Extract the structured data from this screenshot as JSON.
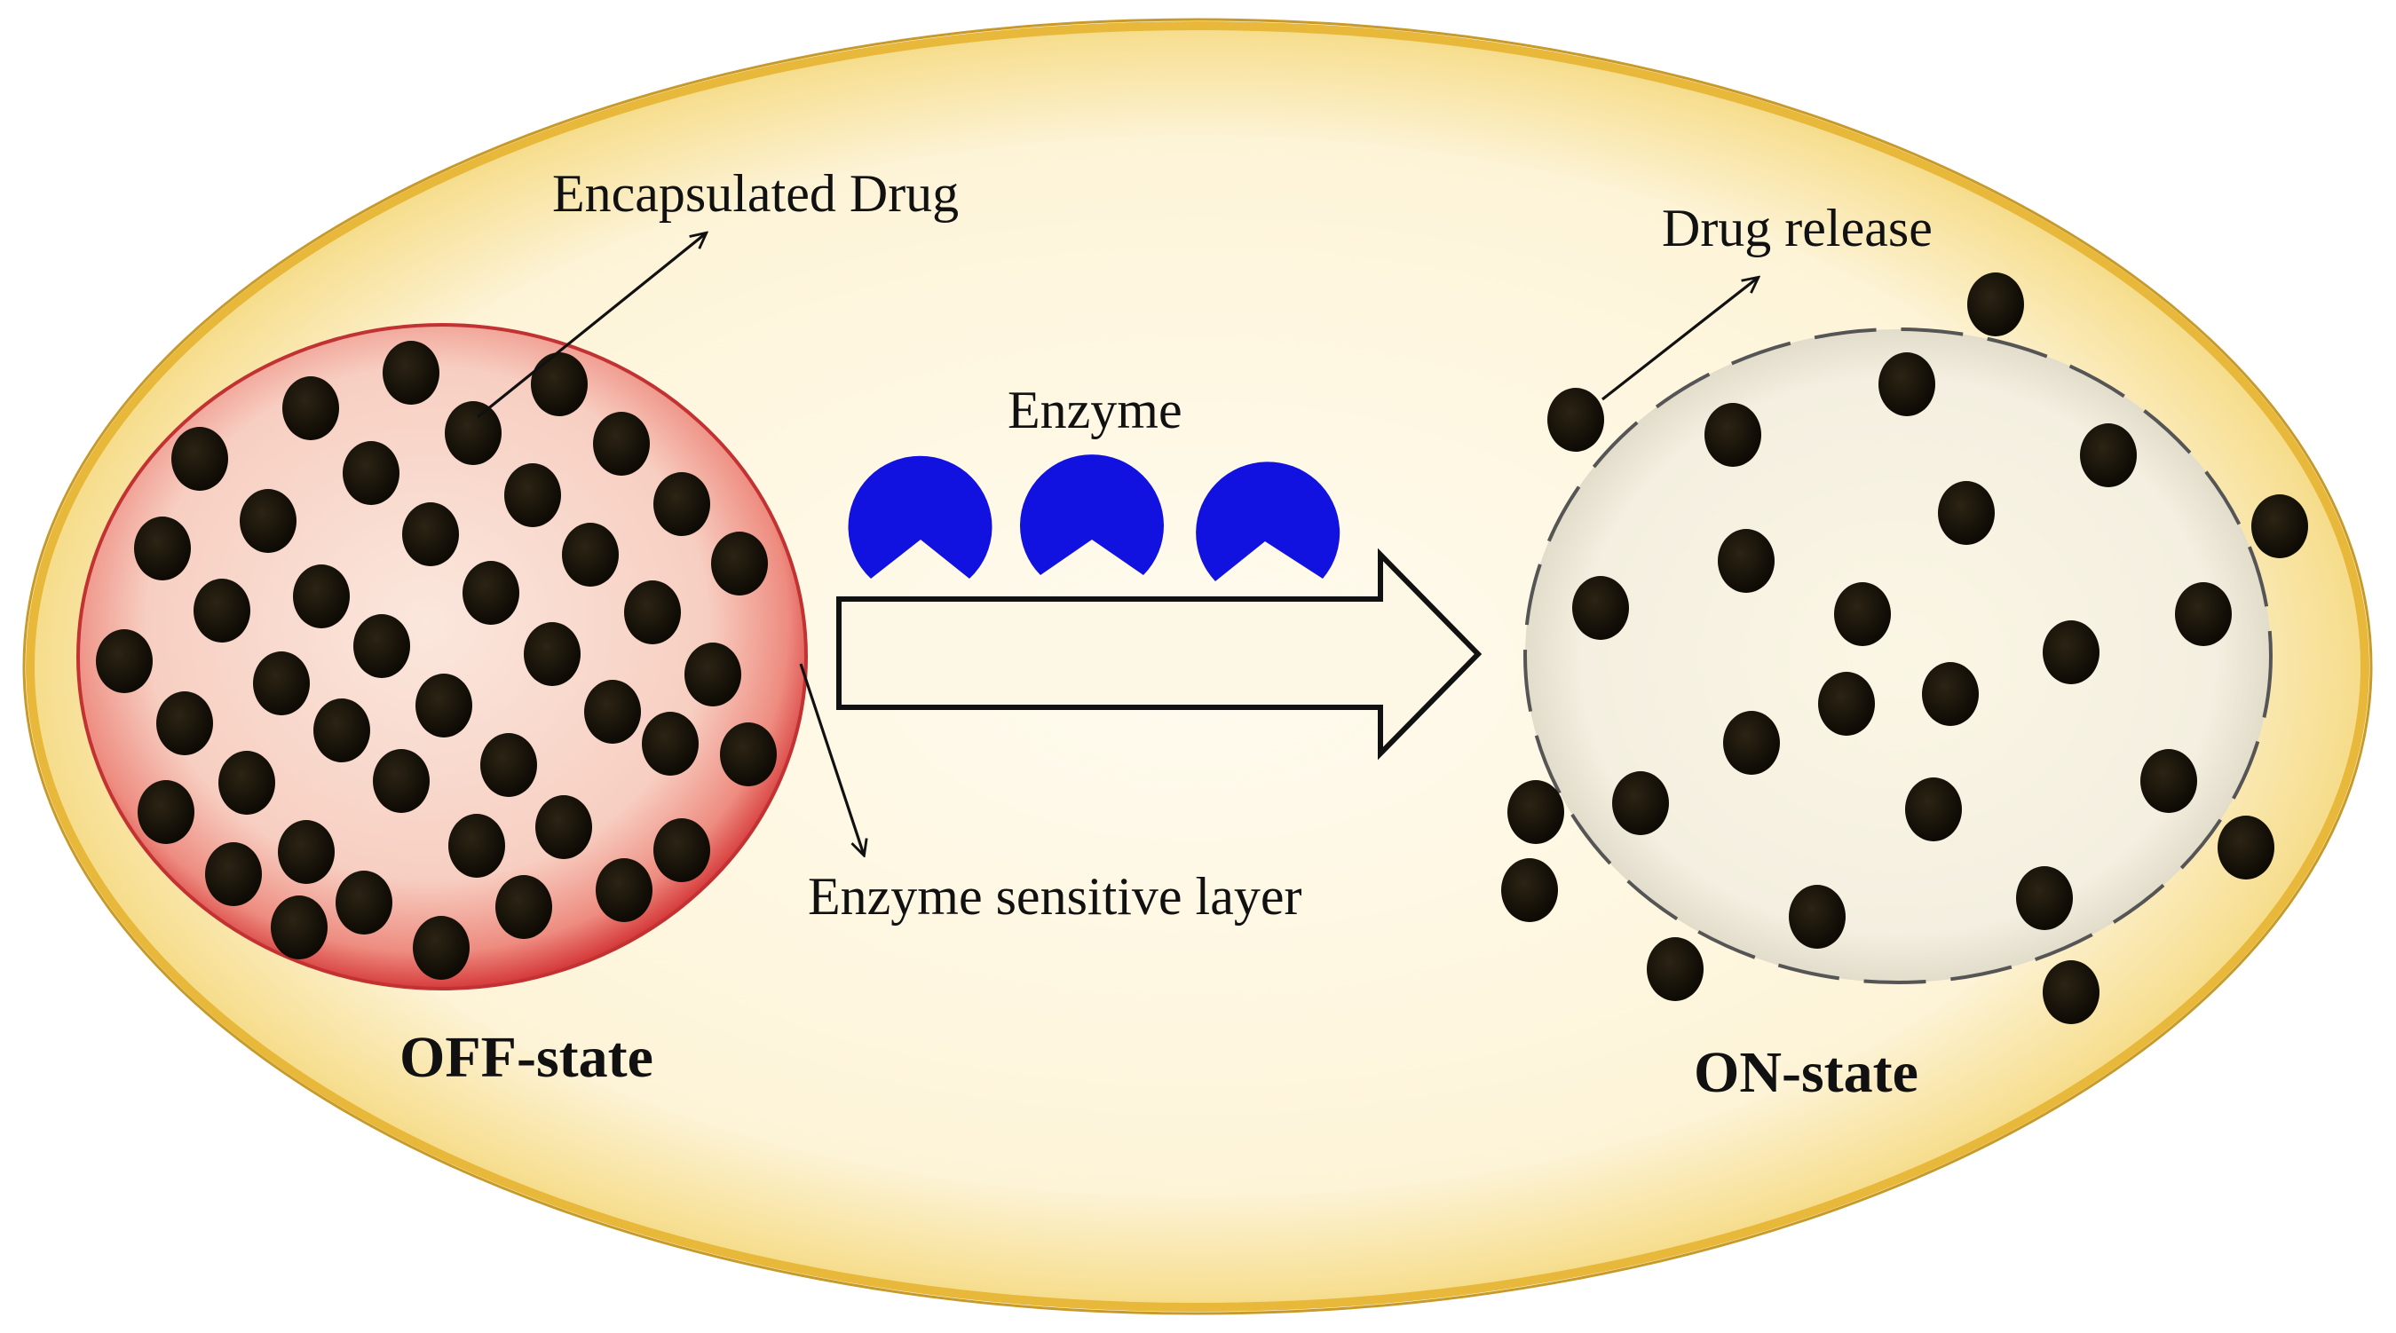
{
  "labels": {
    "encapsulated_drug": "Encapsulated Drug",
    "enzyme": "Enzyme",
    "enzyme_sensitive_layer": "Enzyme sensitive layer",
    "drug_release": "Drug release",
    "off_state": "OFF-state",
    "on_state": "ON-state"
  },
  "icons": {
    "enzyme": "pacman-enzyme-icon",
    "drug": "drug-particle-icon",
    "process_arrow": "block-arrow-right-icon"
  },
  "colors": {
    "cell_fill": "#fdf6df",
    "cell_border": "#e8b83a",
    "carrier_fill": "#f9d9cf",
    "carrier_border": "#d63c3c",
    "drug_particle": "#15110a",
    "enzyme": "#1212e0",
    "released_membrane": "#555555",
    "arrow_outline": "#111111"
  }
}
